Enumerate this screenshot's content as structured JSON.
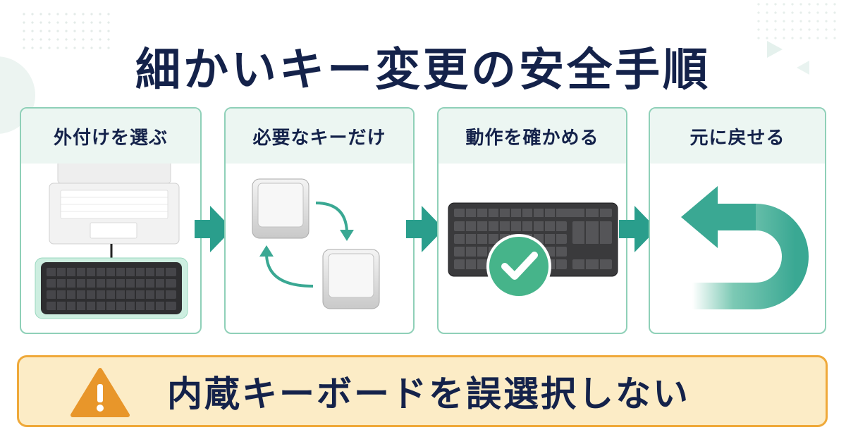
{
  "title": "細かいキー変更の安全手順",
  "steps": [
    {
      "label": "外付けを選ぶ",
      "icon": "laptop-and-keyboard-icon"
    },
    {
      "label": "必要なキーだけ",
      "icon": "keycap-swap-icon"
    },
    {
      "label": "動作を確かめる",
      "icon": "keyboard-check-icon"
    },
    {
      "label": "元に戻せる",
      "icon": "undo-arrow-icon"
    }
  ],
  "warning": {
    "text": "内蔵キーボードを誤選択しない",
    "icon": "warning-icon"
  },
  "colors": {
    "accent": "#2aa38a",
    "border": "#8fd0b8",
    "warning_bg": "#fcecc6",
    "warning_border": "#efa93a",
    "title": "#14224a"
  }
}
